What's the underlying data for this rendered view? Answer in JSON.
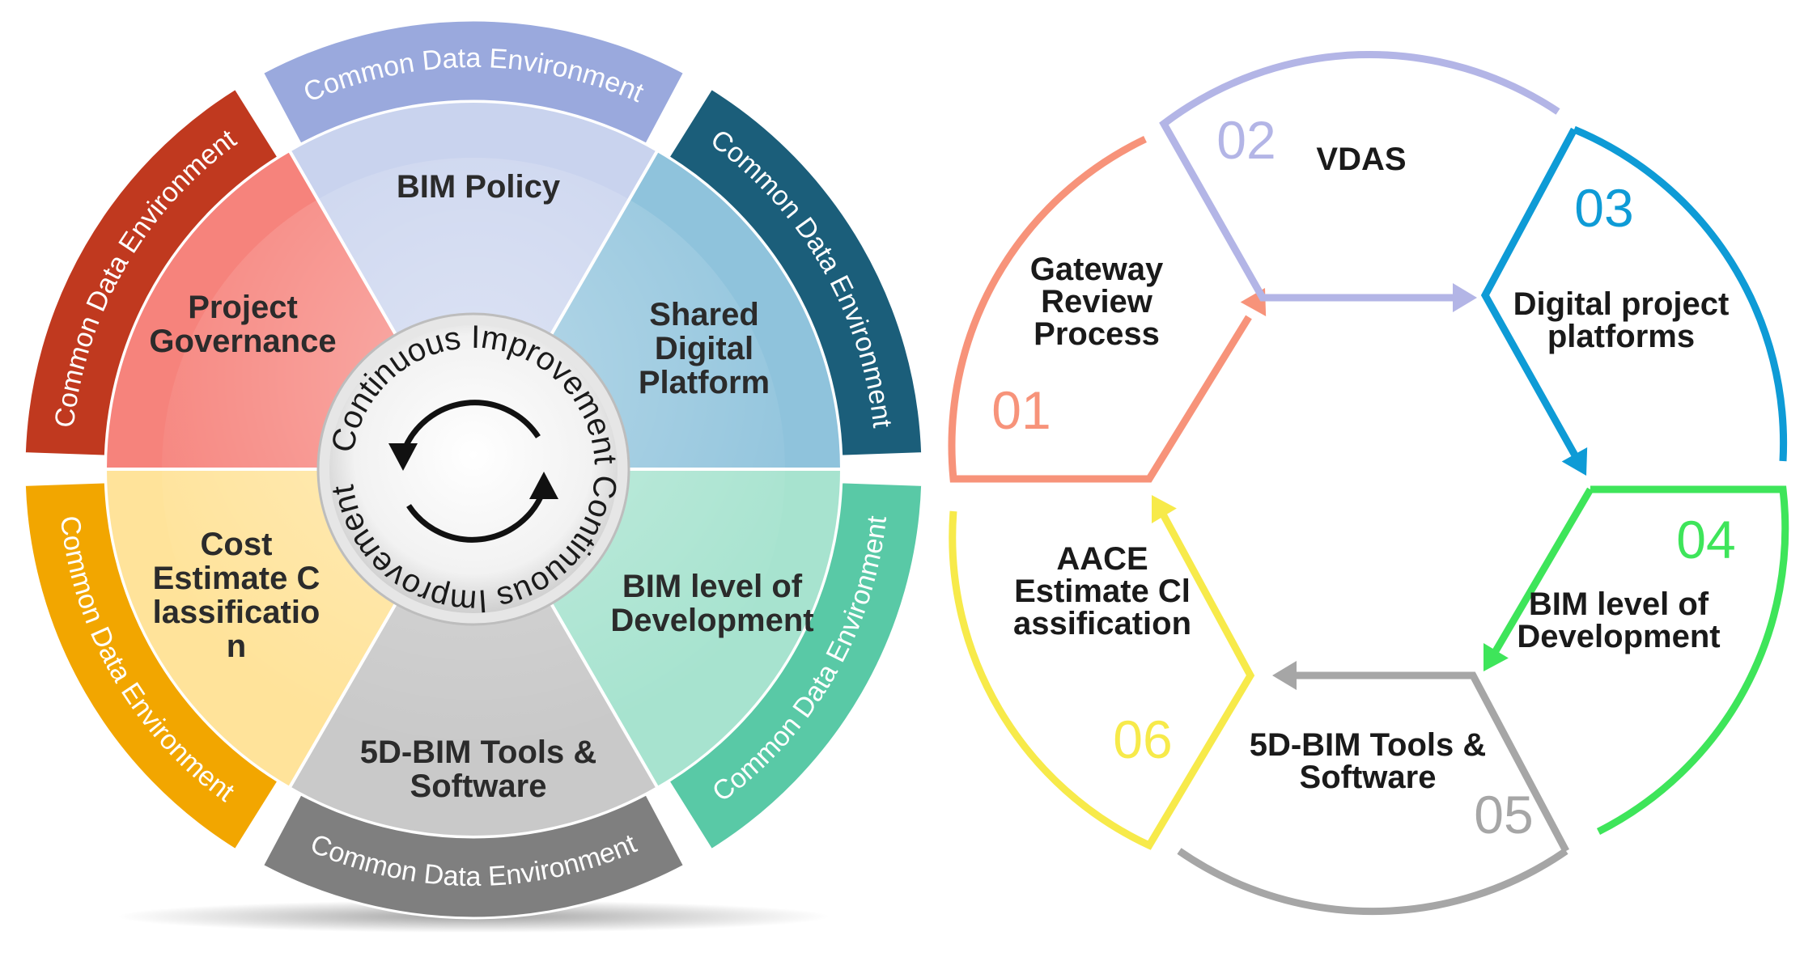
{
  "wheel": {
    "cde_label": "Common Data Environment",
    "center_text": "Continuous Improvement Continuous Improvement",
    "segments": [
      {
        "id": "bim-policy",
        "lines": [
          "BIM Policy"
        ],
        "fill": "#c9d3ee",
        "rim": "#9aa9dd"
      },
      {
        "id": "shared-digital-platform",
        "lines": [
          "Shared",
          "Digital",
          "Platform"
        ],
        "fill": "#8fc3dc",
        "rim": "#1b5e7a"
      },
      {
        "id": "bim-level-of-development",
        "lines": [
          "BIM level of",
          "Development"
        ],
        "fill": "#a7e3cf",
        "rim": "#59c9a6"
      },
      {
        "id": "5d-bim-tools",
        "lines": [
          "5D-BIM Tools &",
          "Software"
        ],
        "fill": "#c9c9c9",
        "rim": "#7f7f7f"
      },
      {
        "id": "cost-estimate",
        "lines": [
          "Cost",
          "Estimate C",
          "lassificatio",
          "n"
        ],
        "fill": "#ffe39a",
        "rim": "#f2a600"
      },
      {
        "id": "project-governance",
        "lines": [
          "Project",
          "Governance"
        ],
        "fill": "#f6837c",
        "rim": "#c0391f"
      }
    ]
  },
  "cycle": {
    "steps": [
      {
        "number": "01",
        "lines": [
          "Gateway",
          "Review",
          "Process"
        ],
        "color": "#f7937a"
      },
      {
        "number": "02",
        "lines": [
          "VDAS"
        ],
        "color": "#b3b5e6"
      },
      {
        "number": "03",
        "lines": [
          "Digital project",
          "platforms"
        ],
        "color": "#0e9bd6"
      },
      {
        "number": "04",
        "lines": [
          "BIM level of",
          "Development"
        ],
        "color": "#3ee55a"
      },
      {
        "number": "05",
        "lines": [
          "5D-BIM Tools &",
          "Software"
        ],
        "color": "#a6a6a6"
      },
      {
        "number": "06",
        "lines": [
          "AACE",
          "Estimate Cl",
          "assification"
        ],
        "color": "#f7ea4a"
      }
    ]
  }
}
